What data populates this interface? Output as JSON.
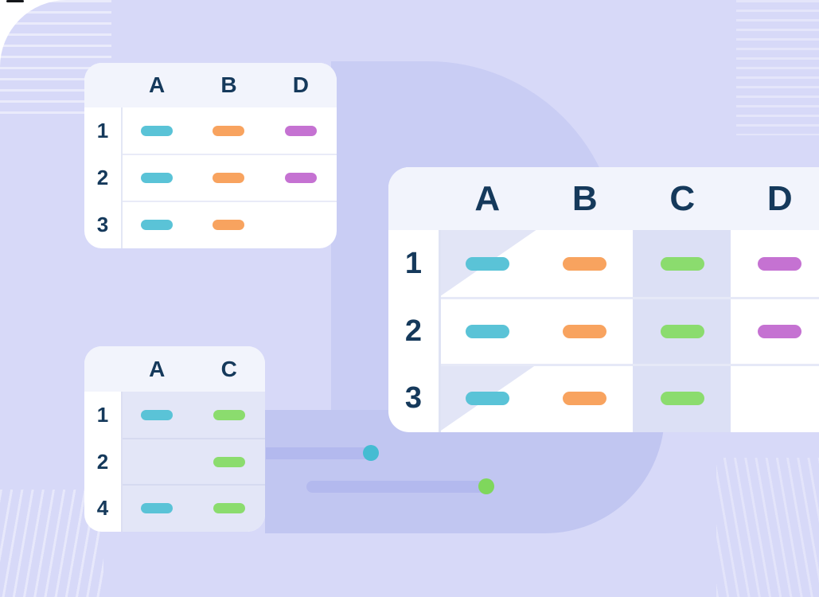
{
  "palette": {
    "background": "#d7d9f8",
    "blob": "#c9cdf4",
    "band": "#c1c6f1",
    "track": "#b3b9ee",
    "card": "#ffffff",
    "card_header": "#f2f4fc",
    "tint_cell": "#e3e6f7",
    "tint_column": "#dce0f5",
    "tint_diagonal": "#e2e5f6",
    "text": "#15395b",
    "teal": "#5ac3d7",
    "orange": "#f8a35f",
    "purple": "#c572d2",
    "green": "#8bdc6e",
    "teal_dot": "#45bcd2",
    "green_dot": "#7fd75c"
  },
  "tables": [
    {
      "id": "source-top",
      "columns": [
        "A",
        "B",
        "D"
      ],
      "rows": [
        {
          "label": "1",
          "cells": [
            "teal",
            "orange",
            "purple"
          ]
        },
        {
          "label": "2",
          "cells": [
            "teal",
            "orange",
            "purple"
          ]
        },
        {
          "label": "3",
          "cells": [
            "teal",
            "orange",
            null
          ]
        }
      ]
    },
    {
      "id": "merged",
      "columns": [
        "A",
        "B",
        "C",
        "D"
      ],
      "highlight_column": "C",
      "diagonal": [
        0,
        2
      ],
      "rows": [
        {
          "label": "1",
          "cells": [
            "teal",
            "orange",
            "green",
            "purple"
          ]
        },
        {
          "label": "2",
          "cells": [
            "teal",
            "orange",
            "green",
            "purple"
          ]
        },
        {
          "label": "3",
          "cells": [
            "teal",
            "orange",
            "green",
            null
          ]
        }
      ]
    },
    {
      "id": "source-bottom",
      "columns": [
        "A",
        "C"
      ],
      "rows": [
        {
          "label": "1",
          "cells": [
            "teal",
            "green"
          ]
        },
        {
          "label": "2",
          "cells": [
            null,
            "green"
          ]
        },
        {
          "label": "4",
          "cells": [
            "teal",
            "green"
          ]
        }
      ]
    }
  ],
  "sliders": [
    {
      "name": "teal-slider",
      "dot": "teal_dot"
    },
    {
      "name": "green-slider",
      "dot": "green_dot"
    }
  ]
}
